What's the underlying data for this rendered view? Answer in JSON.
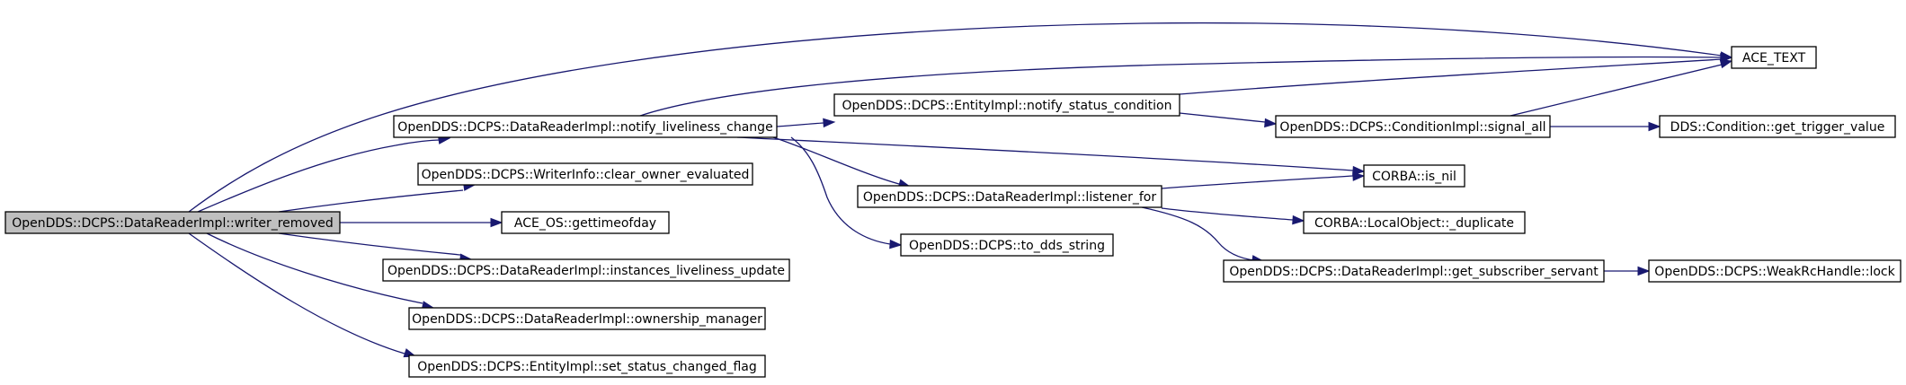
{
  "nodes": [
    {
      "id": "writer_removed",
      "label": "OpenDDS::DCPS::DataReaderImpl::writer_removed",
      "highlighted": true
    },
    {
      "id": "ace_text",
      "label": "ACE_TEXT"
    },
    {
      "id": "notify_liveliness_change",
      "label": "OpenDDS::DCPS::DataReaderImpl::notify_liveliness_change"
    },
    {
      "id": "clear_owner_evaluated",
      "label": "OpenDDS::DCPS::WriterInfo::clear_owner_evaluated"
    },
    {
      "id": "gettimeofday",
      "label": "ACE_OS::gettimeofday"
    },
    {
      "id": "instances_liveliness_update",
      "label": "OpenDDS::DCPS::DataReaderImpl::instances_liveliness_update"
    },
    {
      "id": "ownership_manager",
      "label": "OpenDDS::DCPS::DataReaderImpl::ownership_manager"
    },
    {
      "id": "set_status_changed_flag",
      "label": "OpenDDS::DCPS::EntityImpl::set_status_changed_flag"
    },
    {
      "id": "notify_status_condition",
      "label": "OpenDDS::DCPS::EntityImpl::notify_status_condition"
    },
    {
      "id": "listener_for",
      "label": "OpenDDS::DCPS::DataReaderImpl::listener_for"
    },
    {
      "id": "to_dds_string",
      "label": "OpenDDS::DCPS::to_dds_string"
    },
    {
      "id": "signal_all",
      "label": "OpenDDS::DCPS::ConditionImpl::signal_all"
    },
    {
      "id": "is_nil",
      "label": "CORBA::is_nil"
    },
    {
      "id": "duplicate",
      "label": "CORBA::LocalObject::_duplicate"
    },
    {
      "id": "get_subscriber_servant",
      "label": "OpenDDS::DCPS::DataReaderImpl::get_subscriber_servant"
    },
    {
      "id": "get_trigger_value",
      "label": "DDS::Condition::get_trigger_value"
    },
    {
      "id": "weak_lock",
      "label": "OpenDDS::DCPS::WeakRcHandle::lock"
    }
  ],
  "edges": [
    {
      "from": "writer_removed",
      "to": "ace_text"
    },
    {
      "from": "writer_removed",
      "to": "notify_liveliness_change"
    },
    {
      "from": "writer_removed",
      "to": "clear_owner_evaluated"
    },
    {
      "from": "writer_removed",
      "to": "gettimeofday"
    },
    {
      "from": "writer_removed",
      "to": "instances_liveliness_update"
    },
    {
      "from": "writer_removed",
      "to": "ownership_manager"
    },
    {
      "from": "writer_removed",
      "to": "set_status_changed_flag"
    },
    {
      "from": "notify_liveliness_change",
      "to": "ace_text"
    },
    {
      "from": "notify_liveliness_change",
      "to": "notify_status_condition"
    },
    {
      "from": "notify_liveliness_change",
      "to": "is_nil"
    },
    {
      "from": "notify_liveliness_change",
      "to": "listener_for"
    },
    {
      "from": "notify_liveliness_change",
      "to": "to_dds_string"
    },
    {
      "from": "notify_status_condition",
      "to": "ace_text"
    },
    {
      "from": "notify_status_condition",
      "to": "signal_all"
    },
    {
      "from": "signal_all",
      "to": "ace_text"
    },
    {
      "from": "signal_all",
      "to": "get_trigger_value"
    },
    {
      "from": "listener_for",
      "to": "is_nil"
    },
    {
      "from": "listener_for",
      "to": "duplicate"
    },
    {
      "from": "listener_for",
      "to": "get_subscriber_servant"
    },
    {
      "from": "get_subscriber_servant",
      "to": "weak_lock"
    }
  ],
  "colors": {
    "highlighted_fill": "#bfbfbf",
    "node_fill": "#ffffff",
    "node_border": "#000000",
    "edge": "#191970"
  }
}
